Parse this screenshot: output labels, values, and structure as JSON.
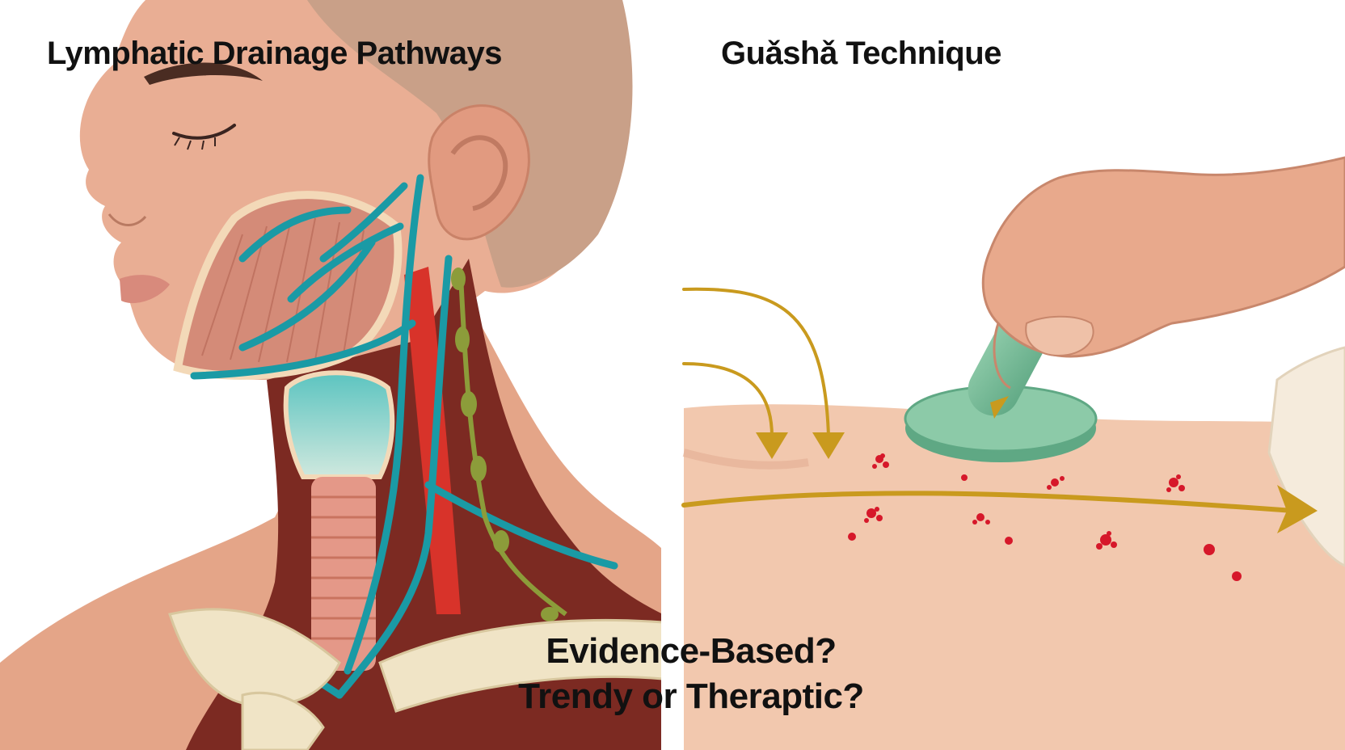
{
  "left_panel": {
    "title": "Lymphatic Drainage Pathways"
  },
  "right_panel": {
    "title": "Guǎshǎ Technique"
  },
  "caption": {
    "line1": "Evidence-Based?",
    "line2": "Trendy or Theraptic?"
  },
  "colors": {
    "skin": "#e9ae94",
    "skin_light": "#f3c9b4",
    "lymph_vessel": "#1a9aa5",
    "lymph_node": "#8c9c3a",
    "bone": "#f0e4c6",
    "arrow_gold": "#c99a1e",
    "petechiae_red": "#d6182a",
    "jade_tool": "#7cbf9a"
  },
  "icons": [
    "lymph-vessel-icon",
    "jade-scraper-icon",
    "direction-arrow-icon"
  ]
}
